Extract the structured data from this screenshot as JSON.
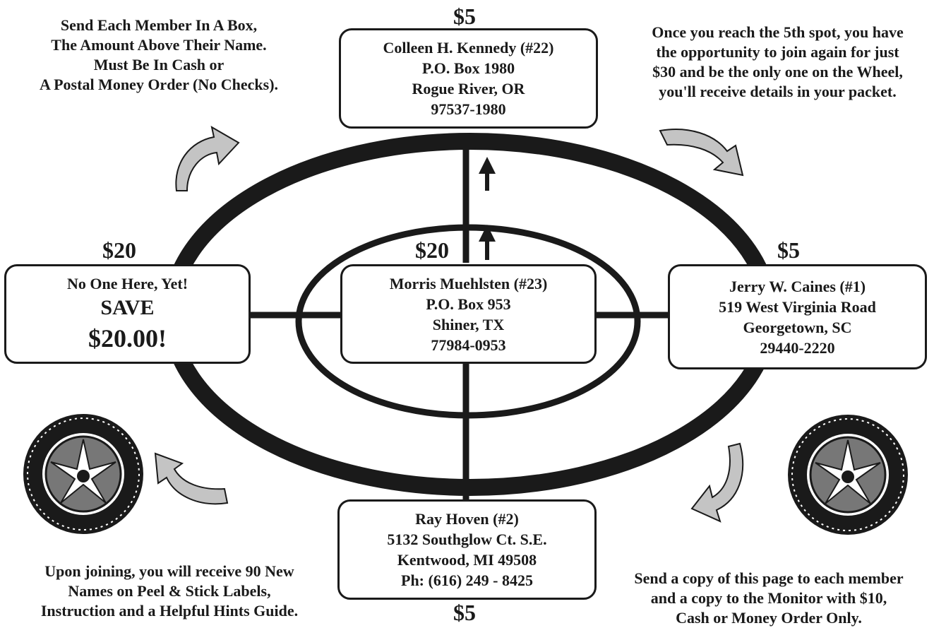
{
  "diagram": {
    "top_box": {
      "amount": "$5",
      "lines": [
        "Colleen H. Kennedy  (#22)",
        "P.O. Box 1980",
        "Rogue River, OR",
        "97537-1980"
      ]
    },
    "center_box": {
      "amount": "$20",
      "lines": [
        "Morris Muehlsten  (#23)",
        "P.O. Box 953",
        "Shiner, TX",
        "77984-0953"
      ]
    },
    "left_box": {
      "amount": "$20",
      "lines": [
        "No One Here, Yet!",
        "SAVE",
        "$20.00!"
      ]
    },
    "right_box": {
      "amount": "$5",
      "lines": [
        "Jerry W. Caines  (#1)",
        "519 West Virginia Road",
        "Georgetown, SC",
        "29440-2220"
      ]
    },
    "bottom_box": {
      "amount": "$5",
      "lines": [
        "Ray Hoven  (#2)",
        "5132 Southglow Ct. S.E.",
        "Kentwood, MI 49508",
        "Ph:  (616) 249 - 8425"
      ]
    }
  },
  "notes": {
    "top_left": [
      "Send Each Member In A Box,",
      "The Amount Above Their Name.",
      "Must Be In Cash or",
      "A Postal Money Order (No Checks)."
    ],
    "top_right": [
      "Once you reach the 5th spot, you have",
      "the opportunity to join again for just",
      "$30 and be the only one on the Wheel,",
      "you'll receive details in your packet."
    ],
    "bottom_left": [
      "Upon joining, you will receive 90 New",
      "Names on Peel & Stick Labels,",
      "Instruction and a Helpful Hints Guide."
    ],
    "bottom_right": [
      "Send a copy of this page to each member",
      "and a copy to the Monitor with $10,",
      "Cash or Money Order Only."
    ]
  },
  "colors": {
    "ink": "#1a1a1a",
    "arrow_fill": "#c4c4c4",
    "paper": "#ffffff"
  },
  "icons": [
    "curved-arrow-icon",
    "tire-icon",
    "up-arrow-icon"
  ]
}
